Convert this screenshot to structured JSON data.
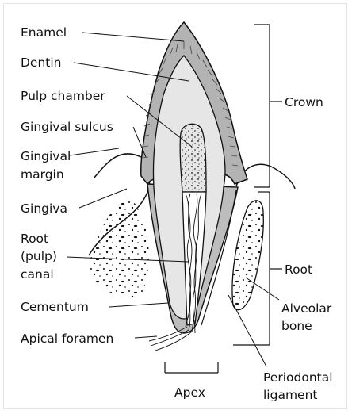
{
  "diagram": {
    "labels": {
      "enamel": "Enamel",
      "dentin": "Dentin",
      "pulp_chamber": "Pulp chamber",
      "gingival_sulcus": "Gingival sulcus",
      "gingival_margin_line1": "Gingival",
      "gingival_margin_line2": "margin",
      "gingiva": "Gingiva",
      "root_canal_line1": "Root",
      "root_canal_line2": "(pulp)",
      "root_canal_line3": "canal",
      "cementum": "Cementum",
      "apical_foramen": "Apical foramen",
      "crown": "Crown",
      "root": "Root",
      "alveolar_bone_line1": "Alveolar",
      "alveolar_bone_line2": "bone",
      "periodontal_ligament_line1": "Periodontal",
      "periodontal_ligament_line2": "ligament",
      "apex": "Apex"
    }
  }
}
